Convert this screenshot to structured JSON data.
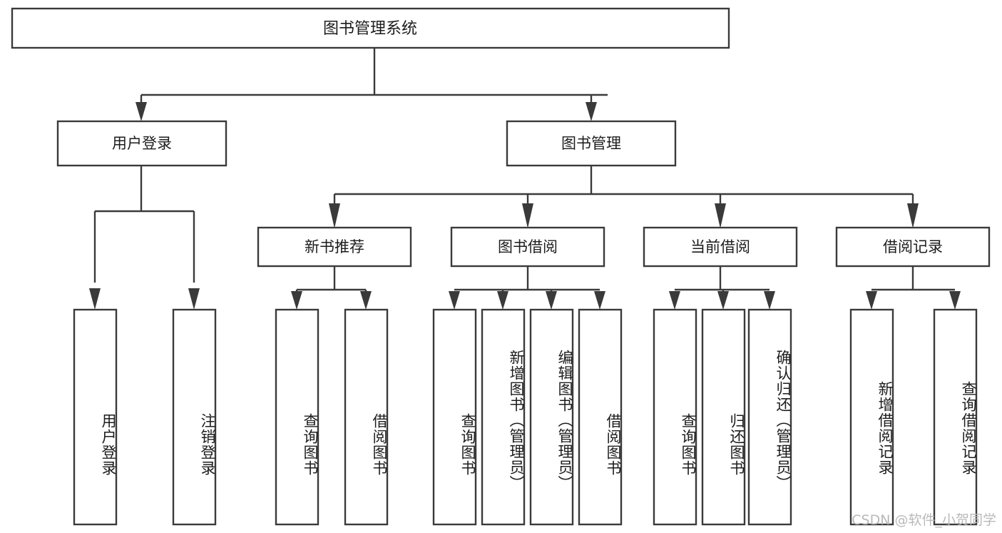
{
  "diagram": {
    "type": "tree",
    "title": "图书管理系统",
    "orientation": "top-down",
    "colors": {
      "box_fill": "#ffffff",
      "box_stroke": "#3a3a3a",
      "text": "#1c1c1c",
      "background": "#ffffff",
      "watermark": "#b9b9b9"
    },
    "root": {
      "label": "图书管理系统"
    },
    "level2": [
      {
        "label": "用户登录"
      },
      {
        "label": "图书管理"
      }
    ],
    "level3": [
      {
        "label": "新书推荐"
      },
      {
        "label": "图书借阅"
      },
      {
        "label": "当前借阅"
      },
      {
        "label": "借阅记录"
      }
    ],
    "leaves": {
      "user_login": [
        {
          "label": "用户登录"
        },
        {
          "label": "注销登录"
        }
      ],
      "new_book_recommend": [
        {
          "label": "查询图书"
        },
        {
          "label": "借阅图书"
        }
      ],
      "book_borrow": [
        {
          "label": "查询图书"
        },
        {
          "label": "新增图书（管理员）"
        },
        {
          "label": "编辑图书（管理员）"
        },
        {
          "label": "借阅图书"
        }
      ],
      "current_borrow": [
        {
          "label": "查询图书"
        },
        {
          "label": "归还图书"
        },
        {
          "label": "确认归还（管理员）"
        }
      ],
      "borrow_record": [
        {
          "label": "新增借阅记录"
        },
        {
          "label": "查询借阅记录"
        }
      ]
    }
  },
  "watermark": {
    "text": "CSDN @软件_小贺同学"
  }
}
